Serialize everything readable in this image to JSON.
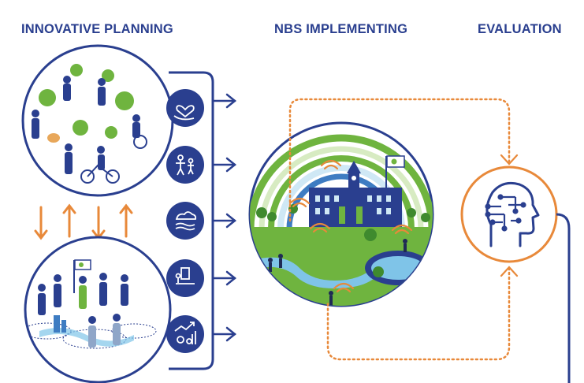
{
  "headings": {
    "planning": "INNOVATIVE PLANNING",
    "implementing": "NBS IMPLEMENTING",
    "evaluation": "EVALUATION"
  },
  "icons": [
    "heart-hand-icon",
    "people-icon",
    "weather-icon",
    "building-person-icon",
    "growth-gears-icon"
  ],
  "colors": {
    "navy": "#2a3f8f",
    "orange": "#e8893a",
    "green": "#6fb43f",
    "blue": "#3e7cc2"
  }
}
